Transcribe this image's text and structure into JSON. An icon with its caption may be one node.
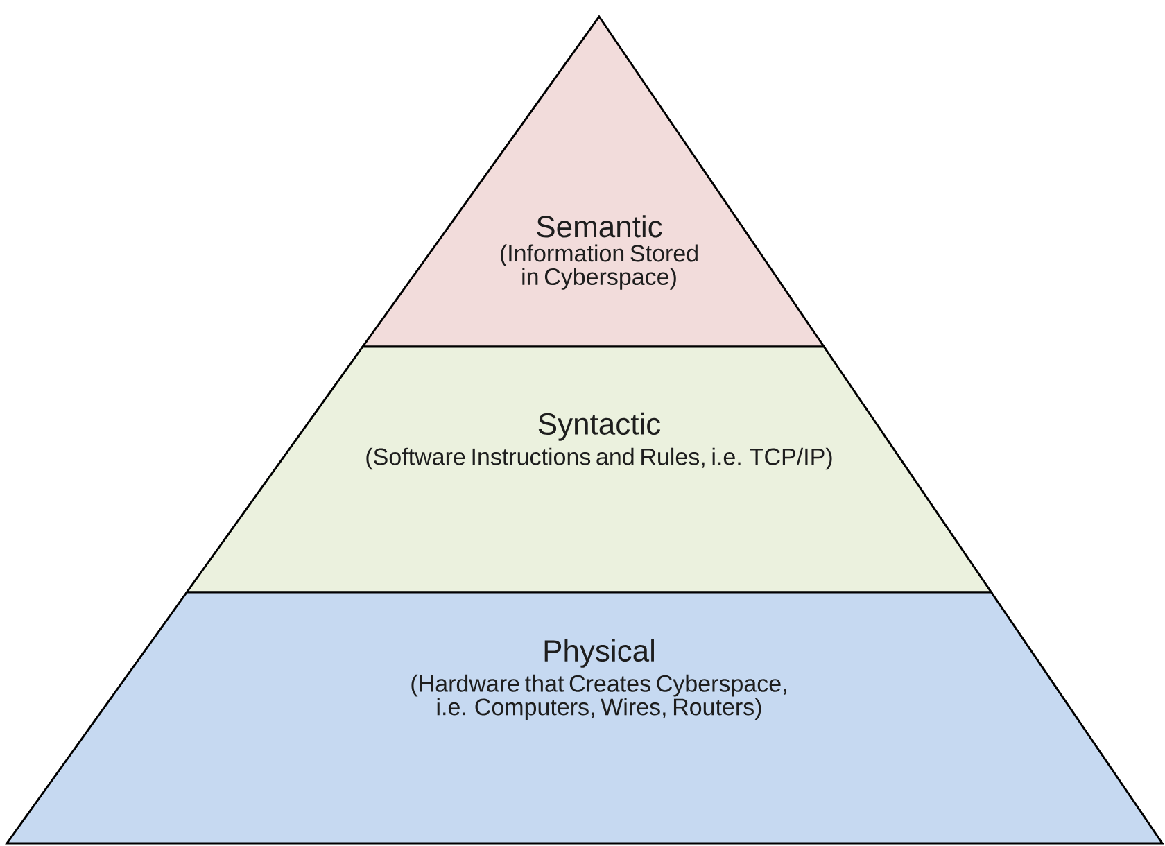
{
  "diagram": {
    "nodes": [
      {
        "text": [
          "Semantic",
          "(Information Stored in Cyberspace)"
        ]
      },
      {
        "text": [
          "Syntactic",
          "(Software Instructions and Rules, i.e. TCP/IP)"
        ]
      },
      {
        "text": [
          "Physical",
          "(Hardware that Creates Cyberspace, i.e. Computers, Wires, Routers)"
        ]
      }
    ]
  }
}
